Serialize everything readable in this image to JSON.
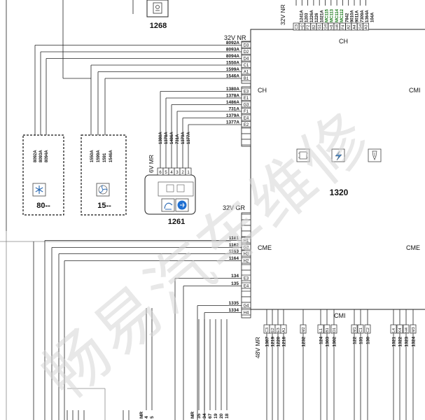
{
  "components": {
    "c1268": {
      "number": "1268"
    },
    "c1320": {
      "number": "1320",
      "region_top": "CH",
      "region_left_top": "CH",
      "region_right_top": "CMI",
      "region_left_mid": "CME",
      "region_right_mid": "CME",
      "region_bottom": "CMI",
      "icons": [
        "module-icon",
        "lightning-icon",
        "injector-icon"
      ]
    },
    "c1261": {
      "number": "1261",
      "connector_label": "6V MR",
      "pins": [
        "6",
        "5",
        "4",
        "3",
        "2",
        "1"
      ],
      "wires": [
        "1380A",
        "1378A",
        "1486A",
        "731A",
        "1379A",
        "1377A"
      ],
      "icons": [
        "pedal-sensor-icon",
        "cruise-control-icon"
      ]
    },
    "c80": {
      "number": "80--",
      "wires": [
        "8092A",
        "8093A",
        "8094A"
      ],
      "icon": "snowflake-icon"
    },
    "c15": {
      "number": "15--",
      "wires": [
        "1550A",
        "1599A",
        "1591",
        "1546A"
      ],
      "icon": "fan-icon"
    }
  },
  "connectors": {
    "top": {
      "label": "32V NR",
      "labels": [
        "C3",
        "H2",
        "F2",
        "B2",
        "G1",
        "G4",
        "H1",
        "H4",
        "F4",
        "A2",
        "A4",
        "G4",
        "A3"
      ],
      "wires": [
        {
          "text": "1241A",
          "color": "#111111"
        },
        {
          "text": "1203",
          "color": "#111111"
        },
        {
          "text": "1226A",
          "color": "#111111"
        },
        {
          "text": "1226",
          "color": "#111111"
        },
        {
          "text": "1021A",
          "color": "#111111"
        },
        {
          "text": "MC115",
          "color": "#1a7a1a"
        },
        {
          "text": "MC113",
          "color": "#1a7a1a"
        },
        {
          "text": "MC114",
          "color": "#1a7a1a"
        },
        {
          "text": "MC112",
          "color": "#1a7a1a"
        },
        {
          "text": "7842",
          "color": "#111111"
        },
        {
          "text": "9010A",
          "color": "#111111"
        },
        {
          "text": "9011A",
          "color": "#111111"
        },
        {
          "text": "7309A",
          "color": "#111111"
        },
        {
          "text": "1364A",
          "color": "#111111"
        },
        {
          "text": "104A",
          "color": "#111111"
        }
      ]
    },
    "left_nr": {
      "label": "32V NR",
      "rows": [
        {
          "wire": "8092A",
          "pin": "D3"
        },
        {
          "wire": "8093A",
          "pin": "D2"
        },
        {
          "wire": "8094A",
          "pin": "D4"
        },
        {
          "wire": "1550A",
          "pin": "C1"
        },
        {
          "wire": "1599A",
          "pin": "A1"
        },
        {
          "wire": "1546A",
          "pin": "B1"
        }
      ]
    },
    "left_mid": {
      "rows": [
        {
          "wire": "1380A",
          "pin": "E3"
        },
        {
          "wire": "1378A",
          "pin": "E1"
        },
        {
          "wire": "1486A",
          "pin": "G3"
        },
        {
          "wire": "731A",
          "pin": "F1"
        },
        {
          "wire": "1379A",
          "pin": "E4"
        },
        {
          "wire": "1377A",
          "pin": "E2"
        }
      ]
    },
    "left_gr": {
      "label": "32V GR",
      "rows": [
        {
          "wire": "1161",
          "pin": "H1"
        },
        {
          "wire": "1162",
          "pin": "G2"
        },
        {
          "wire": "1163",
          "pin": "H3"
        },
        {
          "wire": "1164",
          "pin": "H2"
        },
        {
          "wire": "134",
          "pin": "E3"
        },
        {
          "wire": "135",
          "pin": "E4"
        },
        {
          "wire": "1335",
          "pin": "G4"
        },
        {
          "wire": "1334",
          "pin": "H4"
        }
      ]
    },
    "bottom": {
      "label": "48V MR",
      "pins": [
        "C3",
        "E2",
        "E3",
        "A1",
        "M2",
        "L1",
        "B1",
        "D1",
        "M1",
        "C1",
        "C2",
        "L4",
        "K4",
        "H4",
        "M3"
      ],
      "wires": [
        "1387",
        "1219",
        "1220",
        "1218",
        "1232",
        "124",
        "1303",
        "1302",
        "122",
        "131",
        "130",
        "1321",
        "1322",
        "1323",
        "1324"
      ]
    },
    "bottom_left_stubs": {
      "group1_label": "MR",
      "group1": [
        "4",
        "5"
      ],
      "group2_label": "MR",
      "group2": [
        "35",
        "34",
        "67",
        "19",
        "20",
        "18"
      ]
    }
  },
  "watermark": {
    "text": "畅易汽车维修"
  }
}
